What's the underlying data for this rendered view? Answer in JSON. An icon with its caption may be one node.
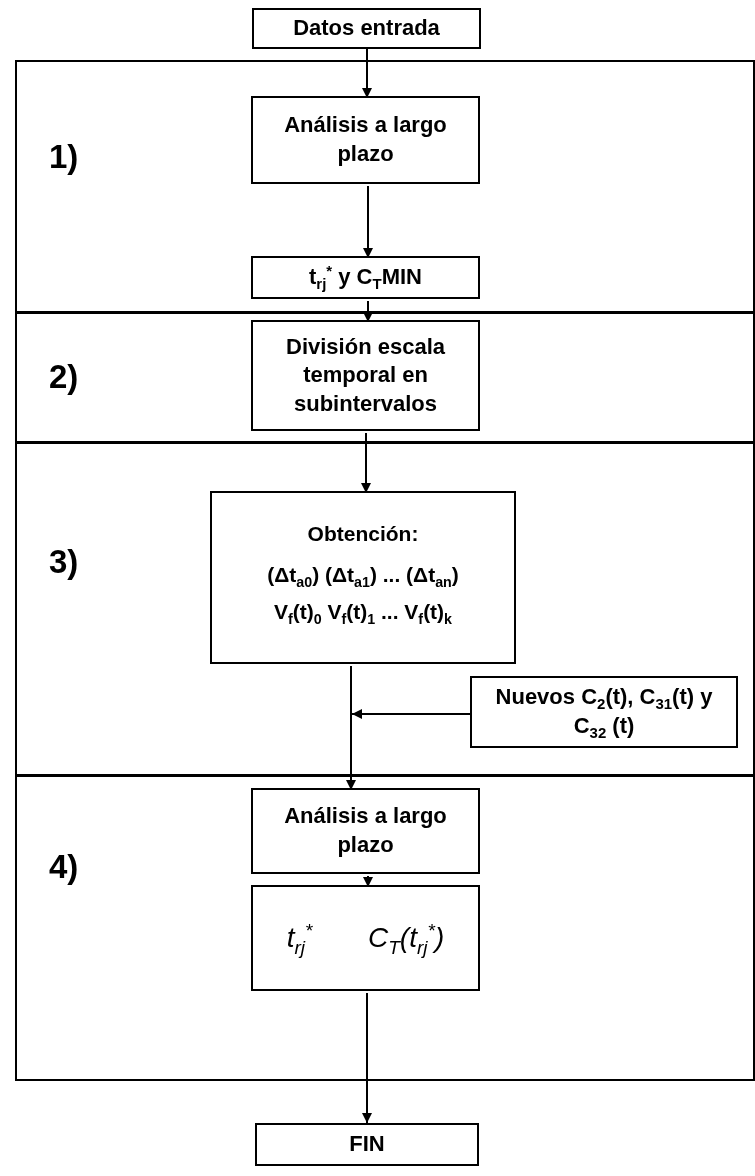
{
  "diagram": {
    "nodes": [
      {
        "text": [
          "Datos entrada"
        ]
      },
      {
        "text": [
          "1)"
        ]
      },
      {
        "text": [
          "Análisis a largo plazo"
        ],
        "in": 1
      },
      {
        "text": [
          "t$_{rj}$$^{*}$ y C$_{T}$MIN"
        ],
        "in": 1
      },
      {
        "text": [
          "2)"
        ]
      },
      {
        "text": [
          "División escala temporal en subintervalos"
        ],
        "in": 4
      },
      {
        "text": [
          "3)"
        ]
      },
      {
        "text": [
          "Obtención:",
          "(Δt$_{a0}$) (Δt$_{a1}$) ... (Δt$_{an}$)",
          "V$_{f}$(t)$_{0}$ V$_{f}$(t)$_{1}$ ... V$_{f}$(t)$_{k}$"
        ],
        "in": 6
      },
      {
        "text": [
          "Nuevos C$_{2}$(t), C$_{31}$(t) y C$_{32}$ (t)"
        ],
        "in": 6
      },
      {
        "text": [
          "4)"
        ]
      },
      {
        "text": [
          "Análisis a largo plazo"
        ],
        "in": 9
      },
      {
        "text": [
          "t$_{rj}$$^{*}$",
          "C$_{T}$(t$_{rj}$$^{*}$)"
        ],
        "in": 9
      },
      {
        "text": [
          "FIN"
        ]
      }
    ],
    "edges": [
      {
        "from": 0,
        "to": 2,
        "arrow": "to"
      },
      {
        "from": 2,
        "to": 3,
        "arrow": "to"
      },
      {
        "from": 3,
        "to": 5,
        "arrow": "to"
      },
      {
        "from": 5,
        "to": 7,
        "arrow": "to"
      },
      {
        "from": 7,
        "to": 10,
        "arrow": "to"
      },
      {
        "from": 8,
        "to": null,
        "arrow": "to"
      },
      {
        "from": 10,
        "to": 11,
        "arrow": "to"
      },
      {
        "from": 11,
        "to": 12,
        "arrow": "to"
      }
    ]
  }
}
